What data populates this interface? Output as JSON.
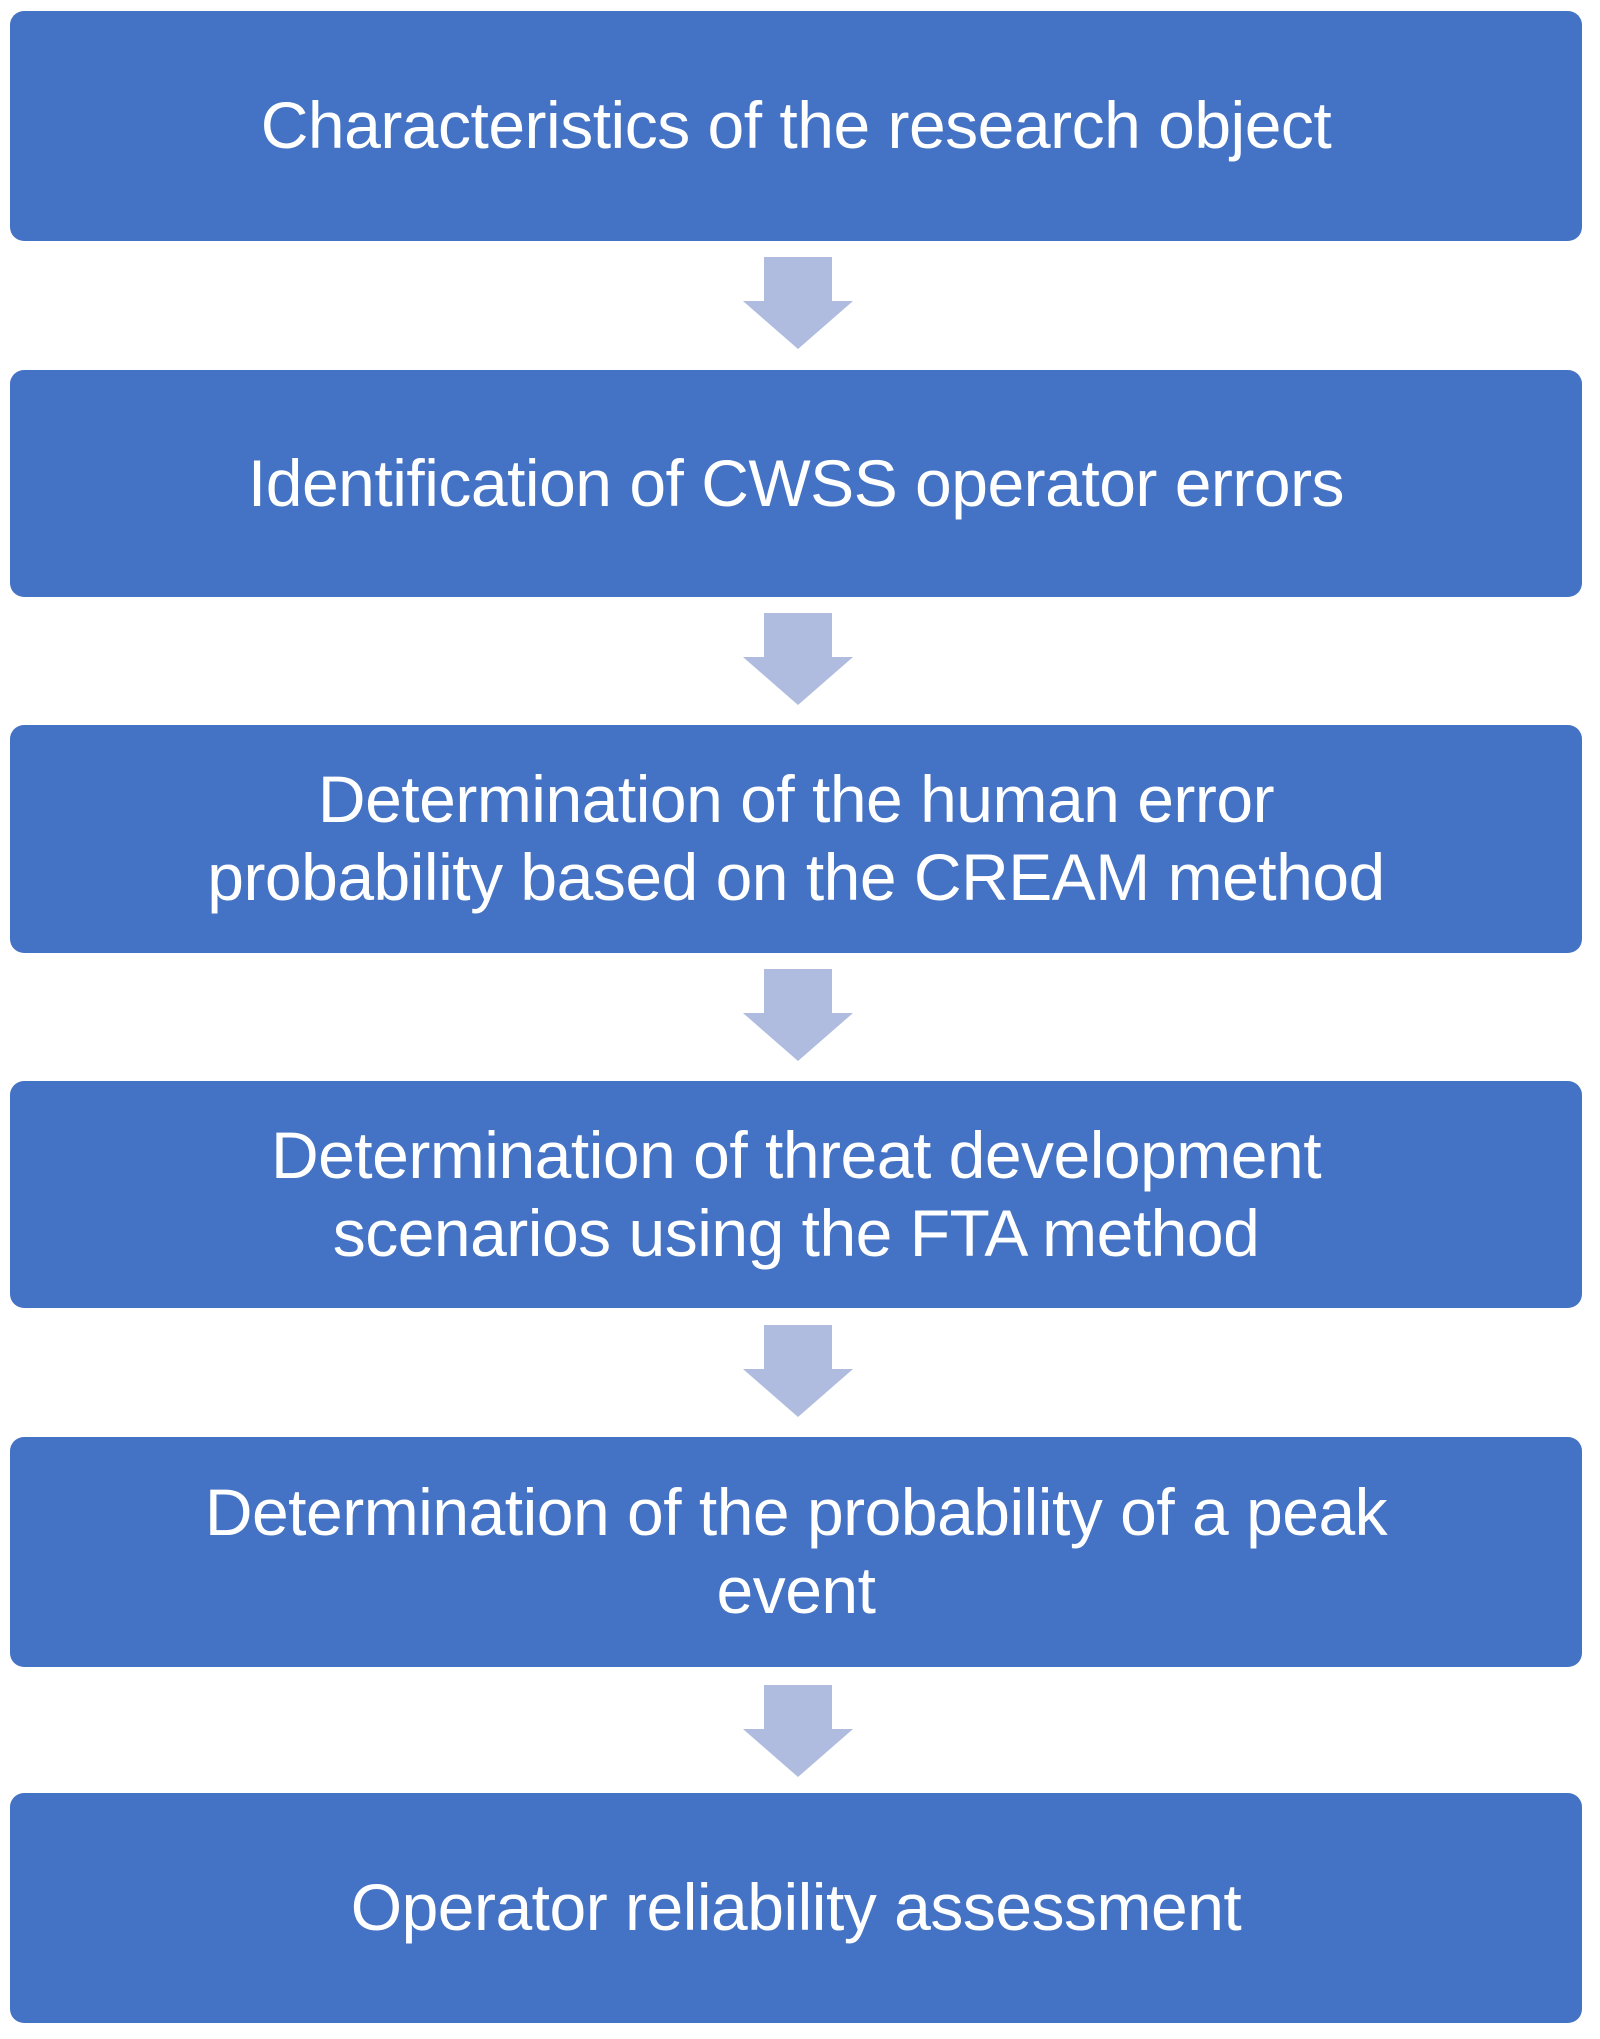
{
  "diagram": {
    "title": "Operator reliability assessment methodology flowchart",
    "orientation": "vertical-top-to-bottom",
    "box_color": "#4472C4",
    "box_text_color": "#FFFFFF",
    "arrow_color": "#AFBCDF",
    "background_color": "#FFFFFF",
    "steps": [
      {
        "index": 1,
        "label": "Characteristics of the research object",
        "lines": 1
      },
      {
        "index": 2,
        "label": "Identification of CWSS operator errors",
        "lines": 1
      },
      {
        "index": 3,
        "label": "Determination of the human error\nprobability based on the CREAM method",
        "lines": 2
      },
      {
        "index": 4,
        "label": "Determination of threat development\nscenarios using the FTA method",
        "lines": 2
      },
      {
        "index": 5,
        "label": "Determination of the probability of a peak\nevent",
        "lines": 2
      },
      {
        "index": 6,
        "label": "Operator reliability assessment",
        "lines": 1
      }
    ],
    "connectors": [
      {
        "index": 1,
        "from_step": 1,
        "to_step": 2,
        "icon": "down-arrow-icon"
      },
      {
        "index": 2,
        "from_step": 2,
        "to_step": 3,
        "icon": "down-arrow-icon"
      },
      {
        "index": 3,
        "from_step": 3,
        "to_step": 4,
        "icon": "down-arrow-icon"
      },
      {
        "index": 4,
        "from_step": 4,
        "to_step": 5,
        "icon": "down-arrow-icon"
      },
      {
        "index": 5,
        "from_step": 5,
        "to_step": 6,
        "icon": "down-arrow-icon"
      }
    ]
  }
}
